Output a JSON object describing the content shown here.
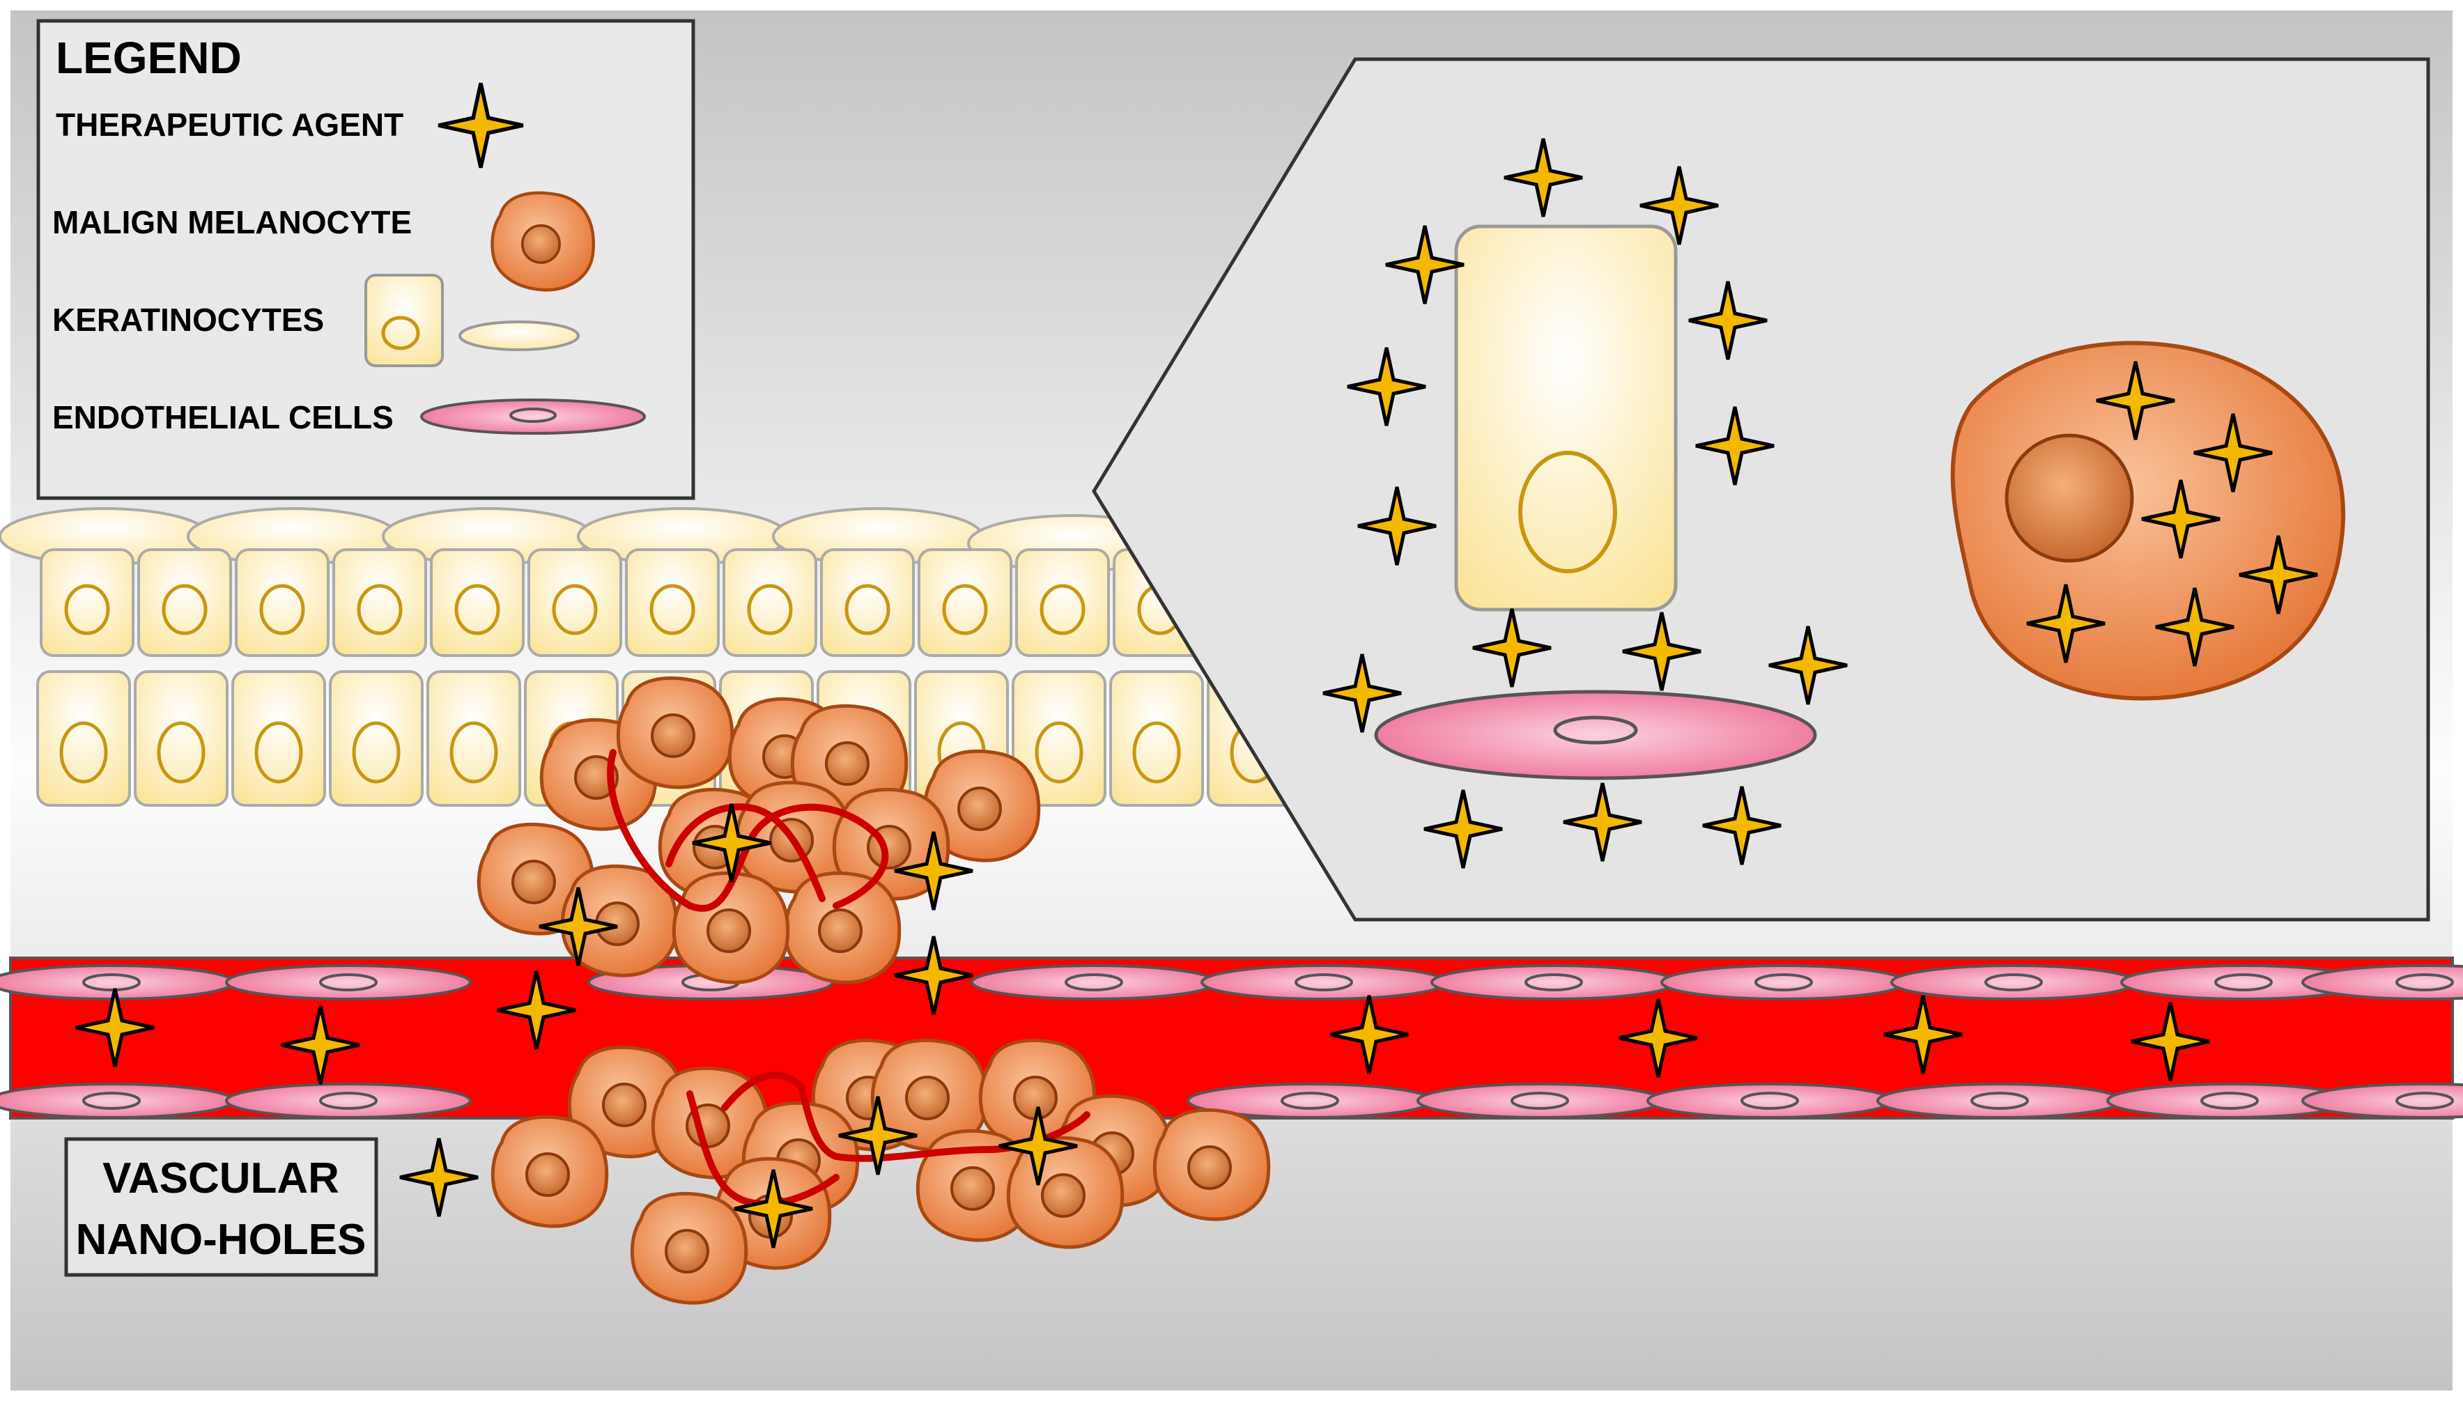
{
  "legend": {
    "title": "LEGEND",
    "items": [
      {
        "label": "THERAPEUTIC AGENT",
        "icon": "star-icon"
      },
      {
        "label": "MALIGN MELANOCYTE",
        "icon": "melanocyte-icon"
      },
      {
        "label": "KERATINOCYTES",
        "icon": "keratinocyte-icon"
      },
      {
        "label": "ENDOTHELIAL CELLS",
        "icon": "endothelial-cell-icon"
      }
    ]
  },
  "vascular_label": {
    "line1": "VASCULAR",
    "line2": "NANO-HOLES"
  },
  "colors": {
    "background_light": "#fafafa",
    "background_dark": "#bdbdbd",
    "vessel": "#ff0000",
    "endothelial": "#f07aa0",
    "keratinocyte": "#fff3c4",
    "keratinocyte_nucleus": "#d4a21a",
    "melanocyte": "#ef8a4c",
    "melanocyte_nucleus": "#c0602a",
    "star_fill": "#f5b800",
    "star_outline": "#000000",
    "collagen_fiber": "#cc0000"
  }
}
